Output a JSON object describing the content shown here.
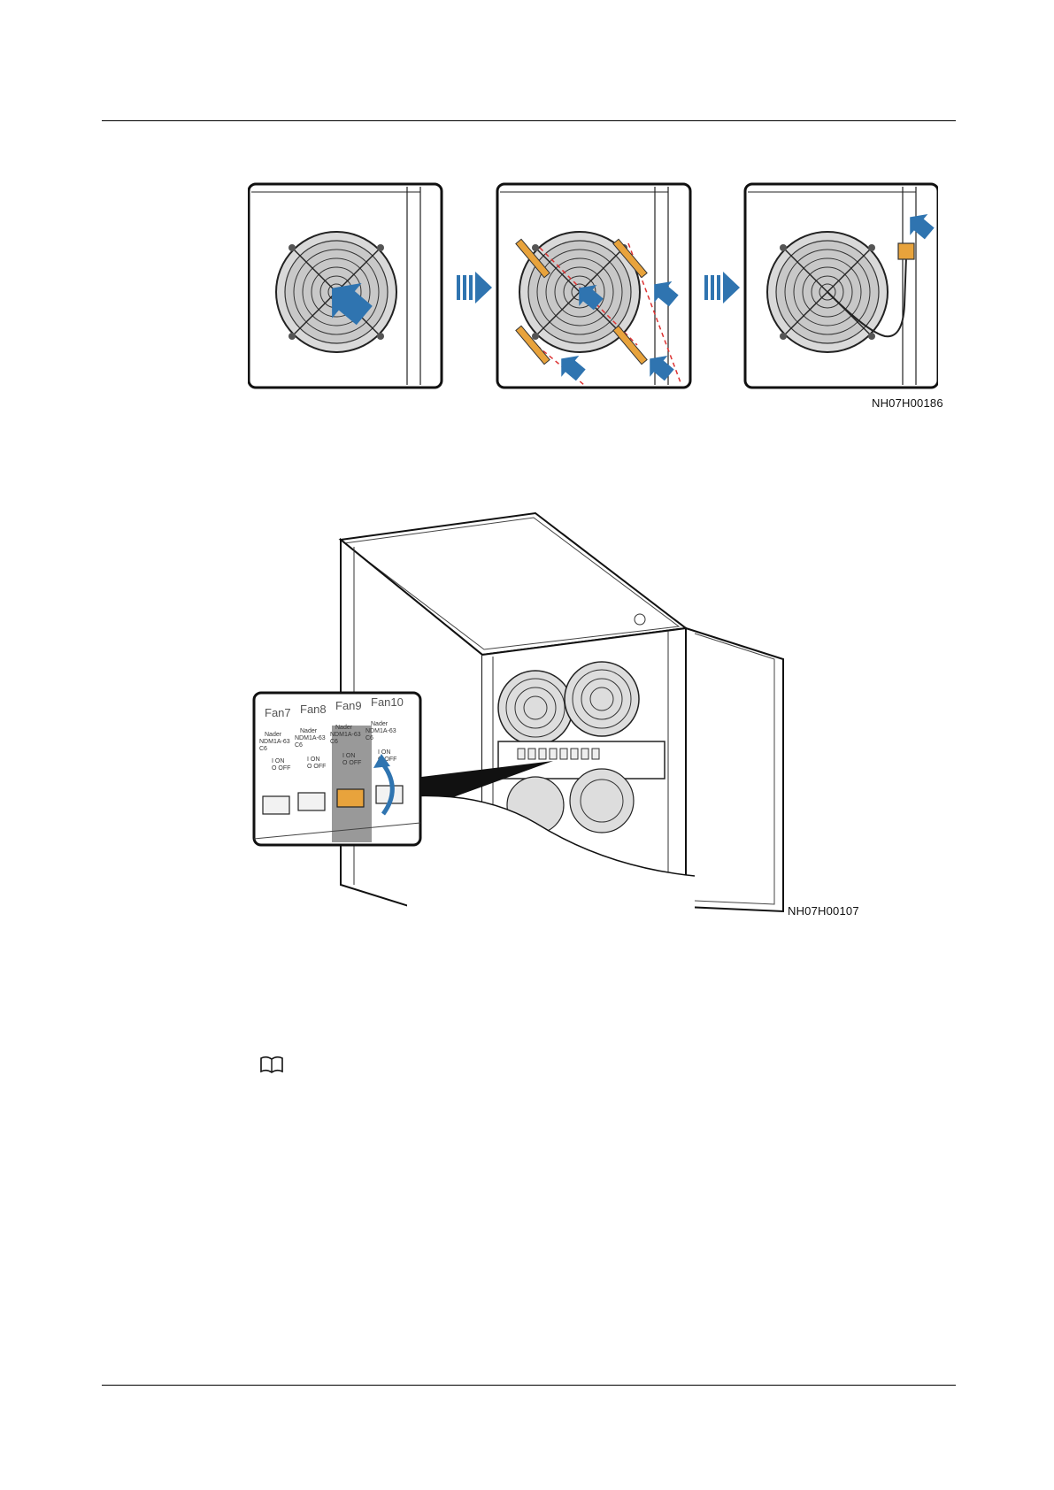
{
  "figure1": {
    "code": "NH07H00186"
  },
  "figure2": {
    "code": "NH07H00107",
    "breaker_labels": [
      "Fan7",
      "Fan8",
      "Fan9",
      "Fan10"
    ],
    "breaker_brand": "Nader",
    "breaker_models": [
      "NDM1A-63",
      "NDM1A-63",
      "NDM1A-63",
      "NDM1A-63"
    ],
    "breaker_rating": "C6",
    "on_label": "I ON",
    "off_label": "O OFF",
    "colors": {
      "arrow": "#2f74b0",
      "highlight": "#e8a33c",
      "line": "#222222"
    }
  },
  "note": {
    "icon": "book-icon"
  }
}
